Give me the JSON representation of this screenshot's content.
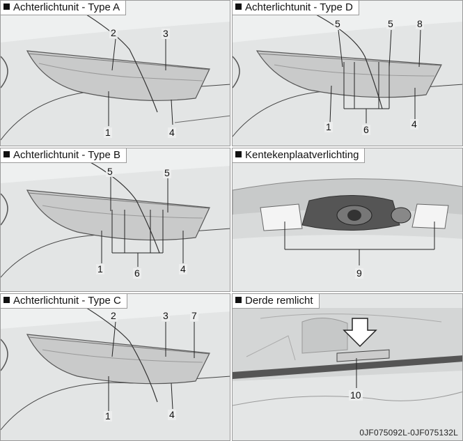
{
  "panels": [
    {
      "title": "Achterlichtunit - Type A",
      "callouts": [
        "2",
        "3",
        "1",
        "4"
      ]
    },
    {
      "title": "Achterlichtunit - Type D",
      "callouts": [
        "5",
        "5",
        "8",
        "1",
        "4",
        "6"
      ]
    },
    {
      "title": "Achterlichtunit - Type B",
      "callouts": [
        "5",
        "5",
        "1",
        "4",
        "6"
      ]
    },
    {
      "title": "Kentekenplaatverlichting",
      "callouts": [
        "9"
      ]
    },
    {
      "title": "Achterlichtunit - Type C",
      "callouts": [
        "2",
        "3",
        "7",
        "1",
        "4"
      ]
    },
    {
      "title": "Derde remlicht",
      "callouts": [
        "10"
      ]
    }
  ],
  "figure_code": "0JF075092L-0JF075132L"
}
